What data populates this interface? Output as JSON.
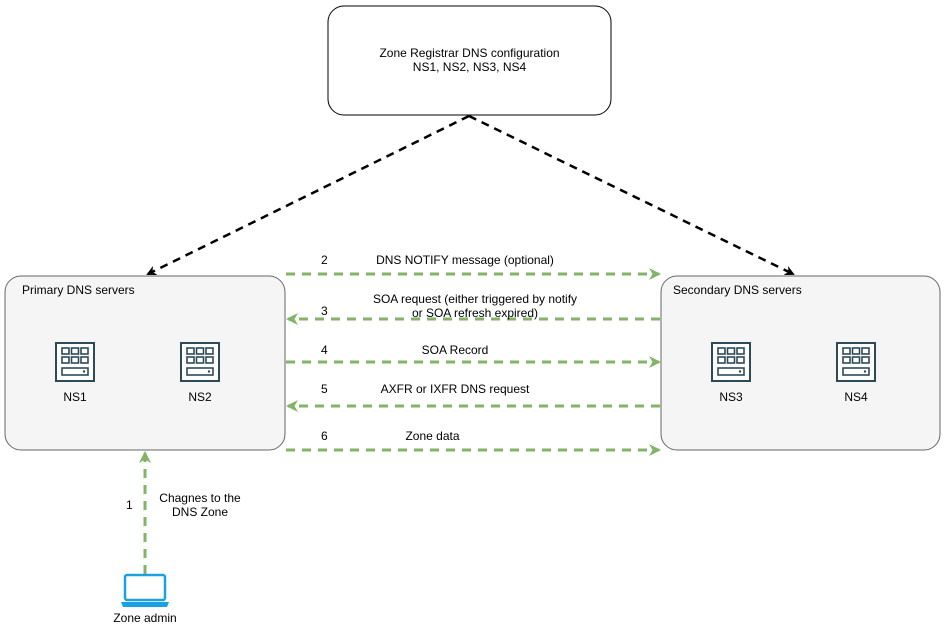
{
  "registrar": {
    "line1": "Zone Registrar DNS configuration",
    "line2": "NS1, NS2, NS3, NS4"
  },
  "primary": {
    "title": "Primary DNS servers",
    "servers": [
      "NS1",
      "NS2"
    ]
  },
  "secondary": {
    "title": "Secondary DNS servers",
    "servers": [
      "NS3",
      "NS4"
    ]
  },
  "messages": [
    {
      "step": "2",
      "label": "DNS NOTIFY message (optional)",
      "direction": "primary-to-secondary"
    },
    {
      "step": "3",
      "label_line1": "SOA request (either triggered by notify",
      "label_line2": "or SOA refresh expired)",
      "direction": "secondary-to-primary"
    },
    {
      "step": "4",
      "label": "SOA Record",
      "direction": "primary-to-secondary"
    },
    {
      "step": "5",
      "label": "AXFR or IXFR DNS request",
      "direction": "secondary-to-primary"
    },
    {
      "step": "6",
      "label": "Zone data",
      "direction": "primary-to-secondary"
    }
  ],
  "admin": {
    "label": "Zone admin",
    "step": "1",
    "action_line1": "Chagnes to the",
    "action_line2": "DNS Zone"
  },
  "colors": {
    "green_arrow": "#82b366",
    "black_arrow": "#000000",
    "group_fill": "#f5f5f5",
    "group_stroke": "#666666",
    "server_icon": "#2d4a5a",
    "laptop": "#1ba1e2"
  },
  "icons": {
    "server": "server-icon",
    "laptop": "laptop-icon"
  }
}
